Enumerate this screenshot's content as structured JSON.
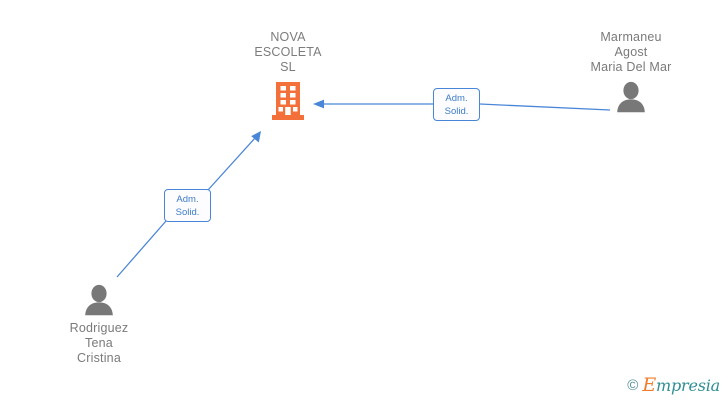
{
  "graph": {
    "background_color": "#ffffff",
    "nodes": [
      {
        "id": "company",
        "type": "company",
        "label": "NOVA\nESCOLETA\nSL",
        "icon": "building-icon",
        "icon_color": "#f4703a",
        "label_color": "#7c7c7c",
        "label_position": "above"
      },
      {
        "id": "person-right",
        "type": "person",
        "label": "Marmaneu\nAgost\nMaria Del Mar",
        "icon": "person-icon",
        "icon_color": "#787878",
        "label_color": "#7a7a7a",
        "label_position": "above"
      },
      {
        "id": "person-left",
        "type": "person",
        "label": "Rodriguez\nTena\nCristina",
        "icon": "person-icon",
        "icon_color": "#787878",
        "label_color": "#7a7a7a",
        "label_position": "below"
      }
    ],
    "edges": [
      {
        "id": "edge-1",
        "from": "person-right",
        "to": "company",
        "label": "Adm.\nSolid.",
        "color": "#4a86d8",
        "arrow": "to-company"
      },
      {
        "id": "edge-2",
        "from": "person-left",
        "to": "company",
        "label": "Adm.\nSolid.",
        "color": "#4a86d8",
        "arrow": "to-company"
      }
    ]
  },
  "watermark": {
    "copyright_symbol": "©",
    "brand_initial": "E",
    "brand_rest": "mpresia",
    "teal": "#2f8e94",
    "orange": "#ef7d2e"
  }
}
